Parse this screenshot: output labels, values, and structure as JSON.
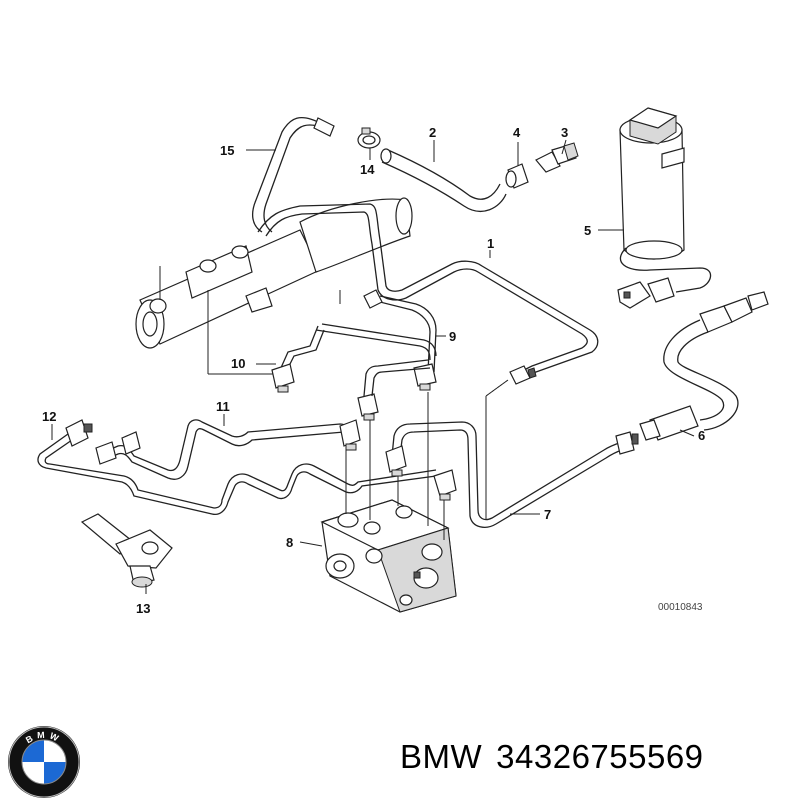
{
  "diagram": {
    "callouts": [
      {
        "id": "c1",
        "text": "1"
      },
      {
        "id": "c2",
        "text": "2"
      },
      {
        "id": "c3",
        "text": "3"
      },
      {
        "id": "c4",
        "text": "4"
      },
      {
        "id": "c5",
        "text": "5"
      },
      {
        "id": "c6",
        "text": "6"
      },
      {
        "id": "c7",
        "text": "7"
      },
      {
        "id": "c8",
        "text": "8"
      },
      {
        "id": "c9",
        "text": "9"
      },
      {
        "id": "c10",
        "text": "10"
      },
      {
        "id": "c11",
        "text": "11"
      },
      {
        "id": "c12",
        "text": "12"
      },
      {
        "id": "c13",
        "text": "13"
      },
      {
        "id": "c14",
        "text": "14"
      },
      {
        "id": "c15",
        "text": "15"
      }
    ],
    "reference_number": "00010843"
  },
  "logo": {
    "letters": "BMW",
    "colors": {
      "blue": "#1c69d4",
      "white": "#ffffff",
      "ring": "#111111"
    }
  },
  "caption": {
    "brand": "BMW",
    "part_number": "34326755569"
  }
}
